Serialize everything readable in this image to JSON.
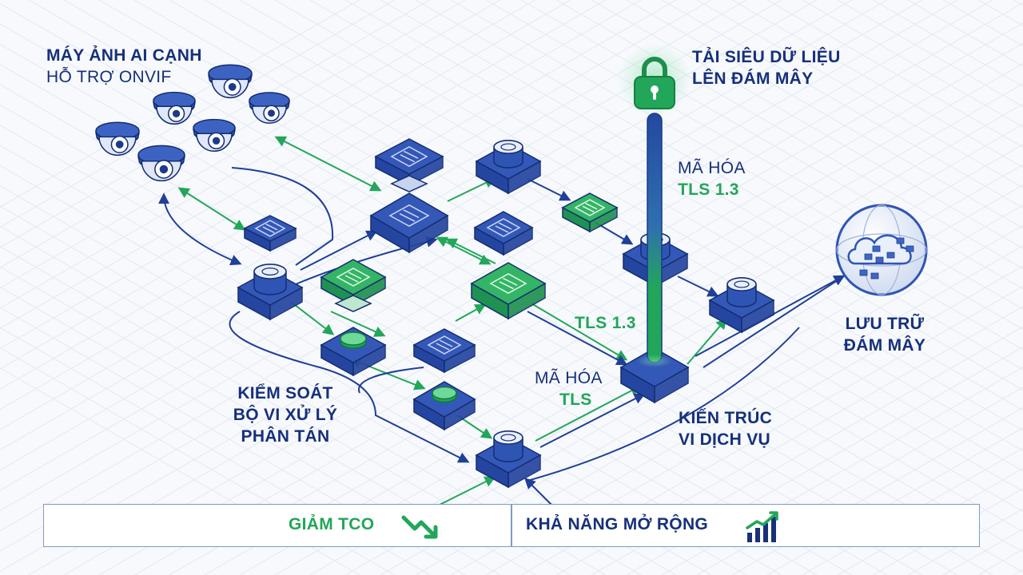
{
  "labels": {
    "edge_title": "MÁY ẢNH AI CẠNH",
    "edge_subtitle": "HỖ TRỢ ONVIF",
    "upload_line1": "TẢI SIÊU DỮ LIỆU",
    "upload_line2": "LÊN ĐÁM MÂY",
    "encrypt_top": "MÃ HÓA",
    "tls_top": "TLS 1.3",
    "tls_mid": "TLS 1.3",
    "encrypt_low": "MÃ HÓA",
    "tls_low": "TLS",
    "storage_line1": "LƯU TRỮ",
    "storage_line2": "ĐÁM MÂY",
    "control_line1": "KIỂM SOÁT",
    "control_line2": "BỘ VI XỬ LÝ",
    "control_line3": "PHÂN TÁN",
    "micro_line1": "KIẾN TRÚC",
    "micro_line2": "VI DỊCH VỤ"
  },
  "bottom_bar": {
    "left_label": "GIẢM TCO",
    "right_label": "KHẢ NĂNG MỞ RỘNG"
  },
  "colors": {
    "navy": "#16307a",
    "blue": "#2f55b4",
    "green": "#22a65a",
    "grid": "#e3e8f0"
  },
  "icons": [
    "dome-camera-icon",
    "chip-icon",
    "lock-icon",
    "cloud-storage-icon",
    "trend-down-icon",
    "bar-chart-up-icon"
  ]
}
